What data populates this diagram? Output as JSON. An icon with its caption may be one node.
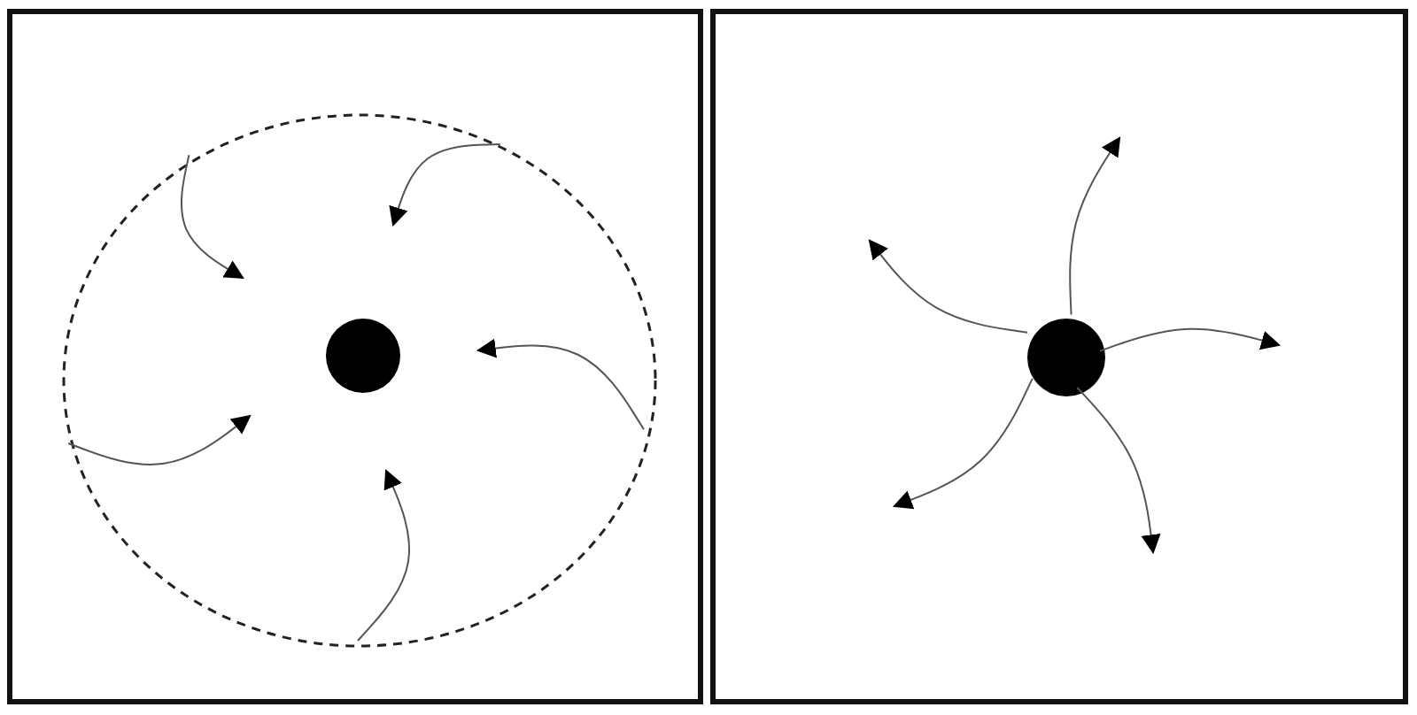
{
  "diagram": {
    "nodes": [
      {
        "text": [],
        "shape": "box"
      },
      {
        "text": [],
        "shape": "circle",
        "in": 0
      },
      {
        "text": [],
        "shape": "circle",
        "in": 1
      },
      {
        "text": [],
        "shape": "box"
      },
      {
        "text": [],
        "shape": "circle",
        "in": 3
      }
    ],
    "edges": [
      {
        "from": 1,
        "to": null,
        "arrow": "to"
      },
      {
        "from": 1,
        "to": null,
        "arrow": "to"
      },
      {
        "from": 1,
        "to": null,
        "arrow": "to"
      },
      {
        "from": 1,
        "to": null,
        "arrow": "to"
      },
      {
        "from": 1,
        "to": null,
        "arrow": "to"
      },
      {
        "from": 4,
        "to": null,
        "arrow": "to"
      },
      {
        "from": 4,
        "to": null,
        "arrow": "to"
      },
      {
        "from": 4,
        "to": null,
        "arrow": "to"
      },
      {
        "from": 4,
        "to": null,
        "arrow": "to"
      },
      {
        "from": 4,
        "to": null,
        "arrow": "to"
      }
    ]
  }
}
